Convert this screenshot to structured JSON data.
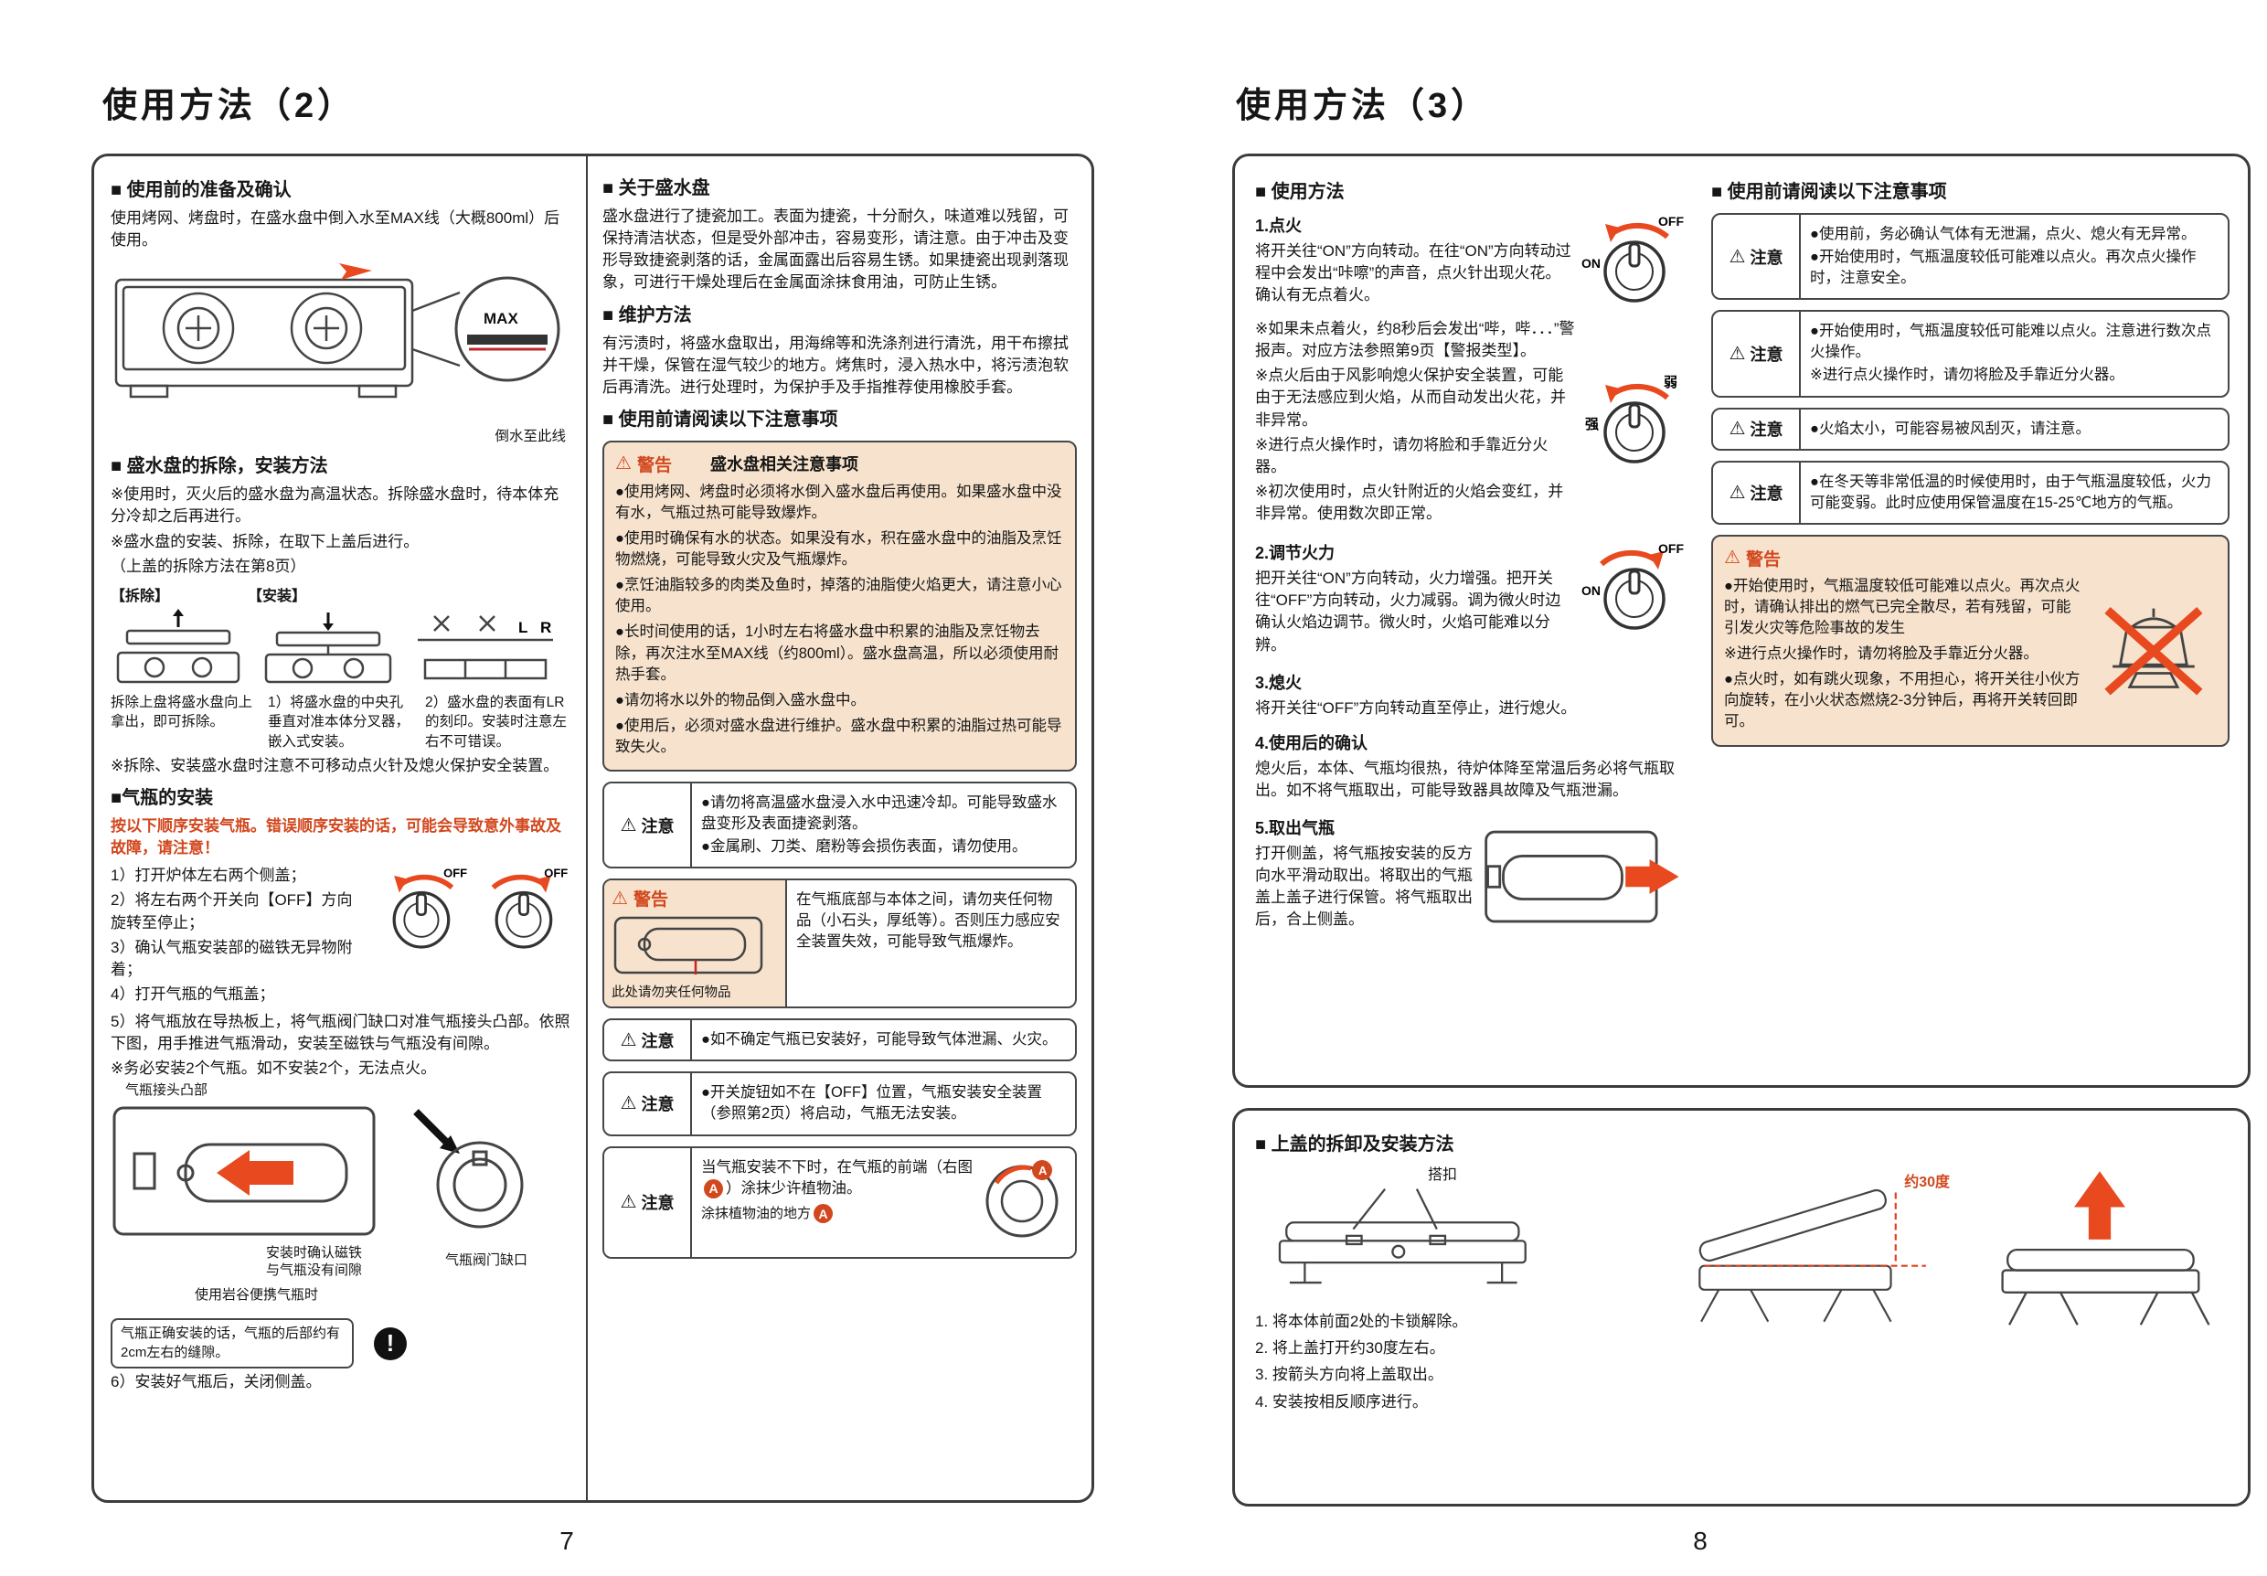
{
  "icons": {
    "tri": "⚠",
    "excl": "!"
  },
  "labels": {
    "caution": "注意",
    "warning": "警告"
  },
  "p7": {
    "title": "使用方法（2）",
    "num": "7",
    "c1": {
      "h1": "■ 使用前的准备及确认",
      "t1": "使用烤网、烤盘时，在盛水盘中倒入水至MAX线（大概800ml）后使用。",
      "max": "MAX",
      "cap1": "倒水至此线",
      "h2": "■ 盛水盘的拆除，安装方法",
      "t2a": "※使用时，灭火后的盛水盘为高温状态。拆除盛水盘时，待本体充分冷却之后再进行。",
      "t2b": "※盛水盘的安装、拆除，在取下上盖后进行。",
      "t2c": "（上盖的拆除方法在第8页）",
      "lab_remove": "【拆除】",
      "lab_install": "【安装】",
      "lr_l": "L",
      "lr_r": "R",
      "col1": "拆除上盘将盛水盘向上拿出，即可拆除。",
      "col2": "1）将盛水盘的中央孔垂直对准本体分叉器，嵌入式安装。",
      "col3": "2）盛水盘的表面有LR的刻印。安装时注意左右不可错误。",
      "t2note": "※拆除、安装盛水盘时注意不可移动点火针及熄火保护安全装置。",
      "h3": "■气瓶的安装",
      "warn": "按以下顺序安装气瓶。错误顺序安装的话，可能会导致意外事故及故障，请注意！",
      "steps": [
        "1）打开炉体左右两个侧盖；",
        "2）将左右两个开关向【OFF】方向旋转至停止；",
        "3）确认气瓶安装部的磁铁无异物附着；",
        "4）打开气瓶的气瓶盖；",
        "5）将气瓶放在导热板上，将气瓶阀门缺口对准气瓶接头凸部。依照下图，用手推进气瓶滑动，安装至磁铁与气瓶没有间隙。",
        "※务必安装2个气瓶。如不安装2个，无法点火。"
      ],
      "dial_off": "OFF",
      "lab_joint": "气瓶接头凸部",
      "lab_notch": "气瓶阀门缺口",
      "lab_magnet": "安装时确认磁铁\n与气瓶没有间隙",
      "lab_iwatani": "使用岩谷便携气瓶时",
      "gapnote": "气瓶正确安装的话，气瓶的后部约有2cm左右的缝隙。",
      "step6": "6）安装好气瓶后，关闭侧盖。"
    },
    "c2": {
      "h1": "■ 关于盛水盘",
      "t1": "盛水盘进行了捷瓷加工。表面为捷瓷，十分耐久，味道难以残留，可保持清洁状态，但是受外部冲击，容易变形，请注意。由于冲击及变形导致捷瓷剥落的话，金属面露出后容易生锈。如果捷瓷出现剥落现象，可进行干燥处理后在金属面涂抹食用油，可防止生锈。",
      "h2": "■ 维护方法",
      "t2": "有污渍时，将盛水盘取出，用海绵等和洗涤剂进行清洗，用干布擦拭并干燥，保管在湿气较少的地方。烤焦时，浸入热水中，将污渍泡软后再清洗。进行处理时，为保护手及手指推荐使用橡胶手套。",
      "h3": "■ 使用前请阅读以下注意事项",
      "w1_title": "盛水盘相关注意事项",
      "w1": [
        "●使用烤网、烤盘时必须将水倒入盛水盘后再使用。如果盛水盘中没有水，气瓶过热可能导致爆炸。",
        "●使用时确保有水的状态。如果没有水，积在盛水盘中的油脂及烹饪物燃烧，可能导致火灾及气瓶爆炸。",
        "●烹饪油脂较多的肉类及鱼时，掉落的油脂使火焰更大，请注意小心使用。",
        "●长时间使用的话，1小时左右将盛水盘中积累的油脂及烹饪物去除，再次注水至MAX线（约800ml）。盛水盘高温，所以必须使用耐热手套。",
        "●请勿将水以外的物品倒入盛水盘中。",
        "●使用后，必须对盛水盘进行维护。盛水盘中积累的油脂过热可能导致失火。"
      ],
      "n1": [
        "●请勿将高温盛水盘浸入水中迅速冷却。可能导致盛水盘变形及表面捷瓷剥落。",
        "●金属刷、刀类、磨粉等会损伤表面，请勿使用。"
      ],
      "w2_text": "在气瓶底部与本体之间，请勿夹任何物品（小石头，厚纸等）。否则压力感应安全装置失效，可能导致气瓶爆炸。",
      "w2_cap": "此处请勿夹任何物品",
      "n2": "●如不确定气瓶已安装好，可能导致气体泄漏、火灾。",
      "n3": "●开关旋钮如不在【OFF】位置，气瓶安装安全装置（参照第2页）将启动，气瓶无法安装。",
      "n4a": "当气瓶安装不下时，在气瓶的前端（右图",
      "n4b": "）涂抹少许植物油。",
      "n4_cap": "涂抹植物油的地方",
      "badge_a": "A"
    }
  },
  "p8": {
    "title": "使用方法（3）",
    "num": "8",
    "c1": {
      "h1": "■ 使用方法",
      "s1h": "1.点火",
      "s1t": "将开关往“ON”方向转动。在往“ON”方向转动过程中会发出“咔嚓”的声音，点火针出现火花。确认有无点着火。",
      "s1n": [
        "※如果未点着火，约8秒后会发出“哔，哔．．．”警报声。对应方法参照第9页【警报类型】。",
        "※点火后由于风影响熄火保护安全装置，可能由于无法感应到火焰，从而自动发出火花，并非异常。",
        "※进行点火操作时，请勿将脸和手靠近分火器。",
        "※初次使用时，点火针附近的火焰会变红，并非异常。使用数次即正常。"
      ],
      "s2h": "2.调节火力",
      "s2t": "把开关往“ON”方向转动，火力增强。把开关往“OFF”方向转动，火力减弱。调为微火时边确认火焰边调节。微火时，火焰可能难以分辨。",
      "s3h": "3.熄火",
      "s3t": "将开关往“OFF”方向转动直至停止，进行熄火。",
      "s4h": "4.使用后的确认",
      "s4t": "熄火后，本体、气瓶均很热，待炉体降至常温后务必将气瓶取出。如不将气瓶取出，可能导致器具故障及气瓶泄漏。",
      "s5h": "5.取出气瓶",
      "s5t": "打开侧盖，将气瓶按安装的反方向水平滑动取出。将取出的气瓶盖上盖子进行保管。将气瓶取出后，合上侧盖。",
      "dial_off": "OFF",
      "dial_on": "ON",
      "dial_weak": "弱",
      "dial_strong": "强"
    },
    "c2": {
      "h1": "■ 使用前请阅读以下注意事项",
      "n1": [
        "●使用前，务必确认气体有无泄漏，点火、熄火有无异常。",
        "●开始使用时，气瓶温度较低可能难以点火。再次点火操作时，注意安全。"
      ],
      "n2": [
        "●开始使用时，气瓶温度较低可能难以点火。注意进行数次点火操作。",
        "※进行点火操作时，请勿将脸及手靠近分火器。"
      ],
      "n3": [
        "●火焰太小，可能容易被风刮灭，请注意。"
      ],
      "n4": [
        "●在冬天等非常低温的时候使用时，由于气瓶温度较低，火力可能变弱。此时应使用保管温度在15-25℃地方的气瓶。"
      ],
      "w1": [
        "●开始使用时，气瓶温度较低可能难以点火。再次点火时，请确认排出的燃气已完全散尽，若有残留，可能引发火灾等危险事故的发生",
        "※进行点火操作时，请勿将脸及手靠近分火器。",
        "●点火时，如有跳火现象，不用担心，将开关往小伙方向旋转，在小火状态燃烧2-3分钟后，再将开关转回即可。"
      ]
    },
    "bottom": {
      "h1": "■ 上盖的拆卸及安装方法",
      "lab_clip": "搭扣",
      "lab_deg": "约30度",
      "steps": [
        "1. 将本体前面2处的卡锁解除。",
        "2. 将上盖打开约30度左右。",
        "3. 按箭头方向将上盖取出。",
        "4. 安装按相反顺序进行。"
      ]
    }
  }
}
